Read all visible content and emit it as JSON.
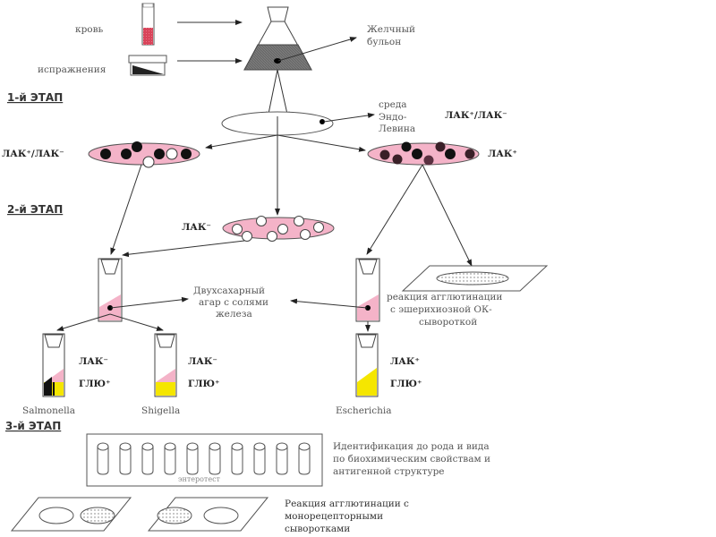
{
  "colors": {
    "pink": "#f4b3c8",
    "blood": "#d9445a",
    "yellow": "#f5e600",
    "broth": "#707070",
    "black": "#111111",
    "line": "#333333"
  },
  "stages": {
    "stage1": "1-й ЭТАП",
    "stage2": "2-й ЭТАП",
    "stage3": "3-й ЭТАП"
  },
  "samples": {
    "blood": "кровь",
    "feces": "испражнения"
  },
  "broth": {
    "line1": "Желчный",
    "line2": "бульон"
  },
  "endo_medium": {
    "line1": "среда",
    "line2": "Эндо-",
    "line3": "Левина"
  },
  "lac_labels": {
    "mixed_top": "ЛАК⁺/ЛАК⁻",
    "mixed_left": "ЛАК⁺/ЛАК⁻",
    "lac_pos": "ЛАК⁺",
    "lac_neg": "ЛАК⁻"
  },
  "kligler": {
    "line1": "Двухсахарный",
    "line2": "агар с солями",
    "line3": "железа"
  },
  "agglutination_ecoli": {
    "line1": "реакция агглютинации",
    "line2": "с эшерихиозной ОК-",
    "line3": "сывороткой"
  },
  "tubes": [
    {
      "genus": "Salmonella",
      "lac": "ЛАК⁻",
      "glu": "ГЛЮ⁺"
    },
    {
      "genus": "Shigella",
      "lac": "ЛАК⁻",
      "glu": "ГЛЮ⁺"
    },
    {
      "genus": "Escherichia",
      "lac": "ЛАК⁺",
      "glu": "ГЛЮ⁺"
    }
  ],
  "enterotest": {
    "label": "энтеротест",
    "tube_count": 10,
    "desc_line1": "Идентификация до рода и вида",
    "desc_line2": "по биохимическим свойствам и",
    "desc_line3": "антигенной структуре"
  },
  "mono_agglutination": {
    "line1": "Реакция агглютинации с",
    "line2": "монорецепторными",
    "line3": "сыворотками"
  }
}
